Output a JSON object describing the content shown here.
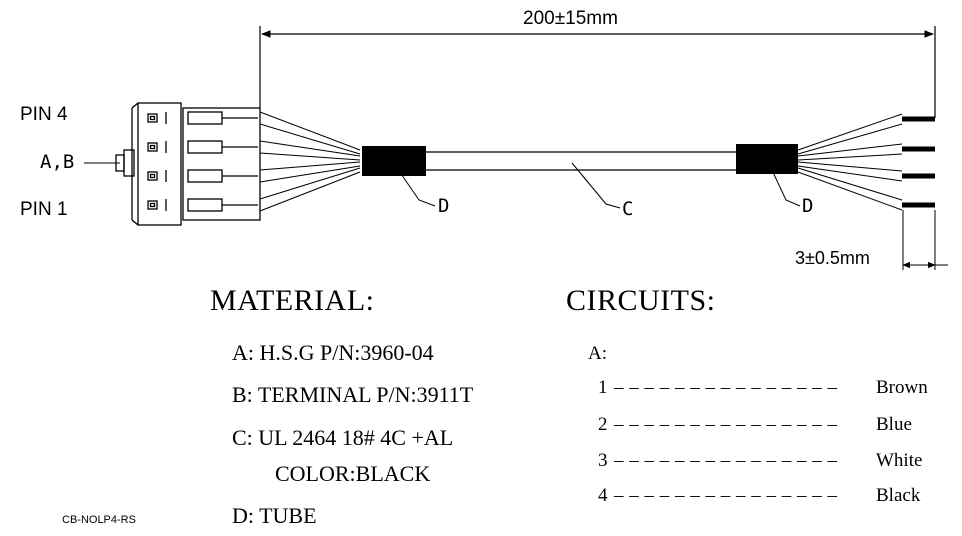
{
  "drawing": {
    "length_dimension": "200±15mm",
    "strip_dimension": "3±0.5mm",
    "pin_top": "PIN 4",
    "pin_bottom": "PIN 1",
    "callouts": {
      "housing_terminal": "A,B",
      "tube_left": "D",
      "cable": "C",
      "tube_right": "D"
    }
  },
  "material": {
    "heading": "MATERIAL:",
    "items": [
      "A: H.S.G P/N:3960-04",
      "B: TERMINAL P/N:3911T",
      "C: UL 2464 18# 4C +AL",
      "COLOR:BLACK",
      "D: TUBE"
    ]
  },
  "circuits": {
    "heading": "CIRCUITS:",
    "group": "A:",
    "wires": [
      {
        "pin": "1",
        "color": "Brown"
      },
      {
        "pin": "2",
        "color": "Blue"
      },
      {
        "pin": "3",
        "color": "White"
      },
      {
        "pin": "4",
        "color": "Black"
      }
    ],
    "dashes": "– – – – – – – – – – – – – – –"
  },
  "part_code": "CB-NOLP4-RS"
}
